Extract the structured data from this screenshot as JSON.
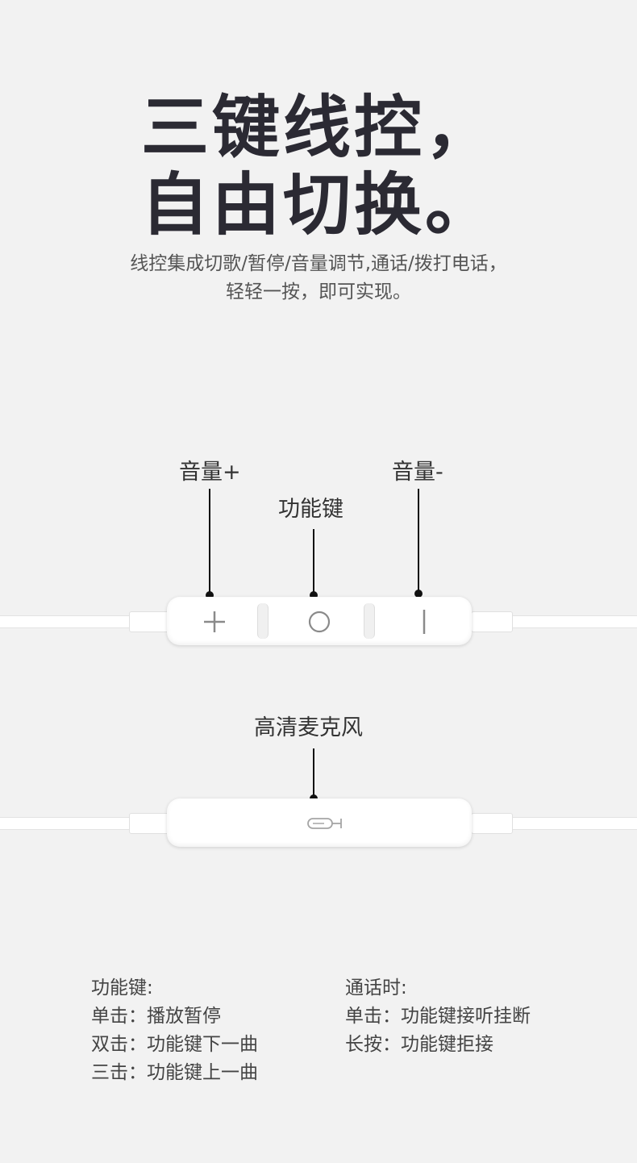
{
  "heading": {
    "line1": "三键线控，",
    "line2": "自由切换。"
  },
  "subtitle": {
    "line1": "线控集成切歌/暂停/音量调节,通话/拨打电话，",
    "line2": "轻轻一按，即可实现。"
  },
  "remote_three_key": {
    "labels": {
      "volume_up": "音量+",
      "function_key": "功能键",
      "volume_down": "音量-"
    },
    "icons": [
      "plus-icon",
      "circle-icon",
      "minus-icon"
    ]
  },
  "remote_mic": {
    "label": "高清麦克风",
    "icon": "microphone-icon"
  },
  "instructions": {
    "function_key": {
      "title": "功能键:",
      "items": [
        "单击：播放暂停",
        "双击：功能键下一曲",
        "三击：功能键上一曲"
      ]
    },
    "during_call": {
      "title": "通话时:",
      "items": [
        "单击：功能键接听挂断",
        "长按：功能键拒接"
      ]
    }
  }
}
